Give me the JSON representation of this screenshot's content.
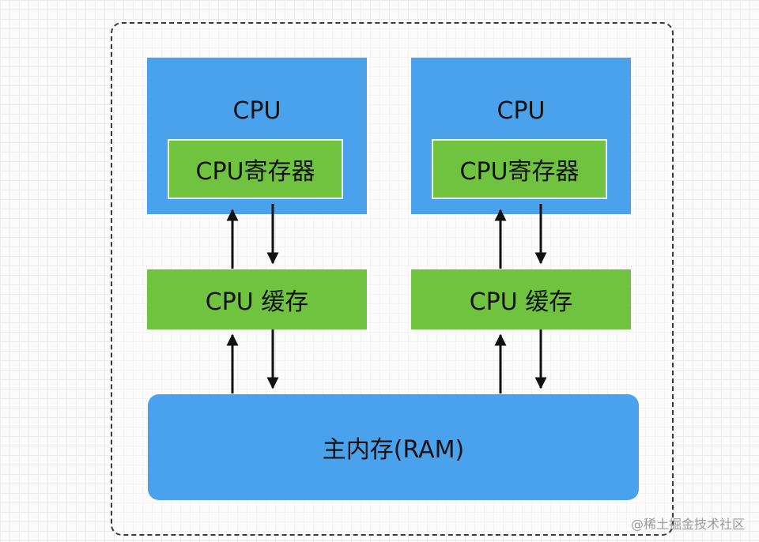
{
  "cpus": [
    {
      "title": "CPU",
      "register": "CPU寄存器",
      "cache": "CPU 缓存"
    },
    {
      "title": "CPU",
      "register": "CPU寄存器",
      "cache": "CPU 缓存"
    }
  ],
  "ram": {
    "label": "主内存(RAM)"
  },
  "watermark": "@稀土掘金技术社区",
  "colors": {
    "cpu_block": "#4aa2ec",
    "register_cache": "#70c33e",
    "arrow": "#111111"
  }
}
